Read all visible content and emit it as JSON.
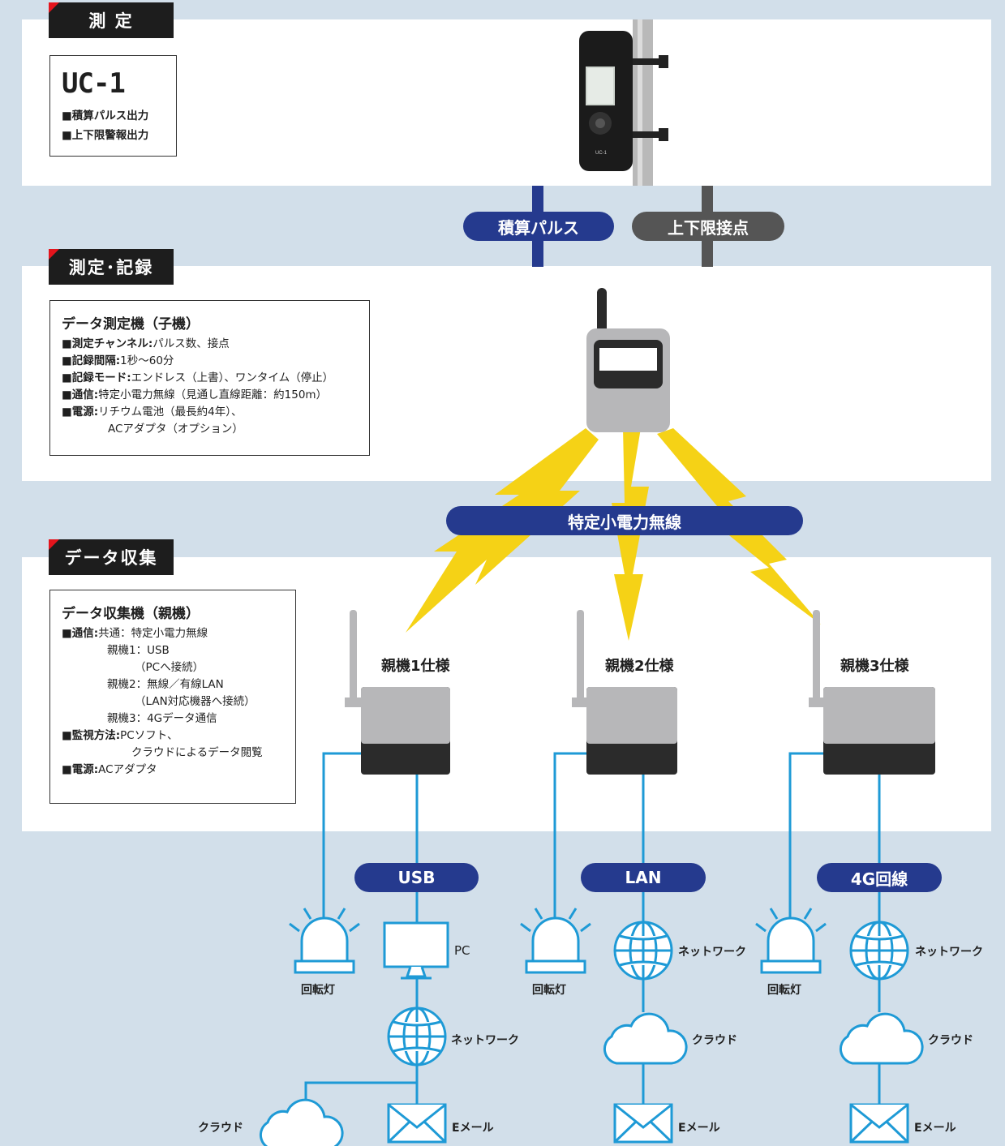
{
  "sections": {
    "measure": "測 定",
    "record": "測定･記録",
    "collect": "データ収集"
  },
  "uc1": {
    "title": "UC-1",
    "line1": "■積算パルス出力",
    "line2": "■上下限警報出力",
    "device_label": "UC-1"
  },
  "pills": {
    "pulse": "積算パルス",
    "contact": "上下限接点",
    "radio": "特定小電力無線",
    "usb": "USB",
    "lan": "LAN",
    "g4": "4G回線"
  },
  "child": {
    "title": "データ測定機（子機）",
    "rows": [
      {
        "key": "■測定チャンネル:",
        "val": "パルス数、接点"
      },
      {
        "key": "■記録間隔:",
        "val": "1秒～60分"
      },
      {
        "key": "■記録モード:",
        "val": "エンドレス（上書）、ワンタイム（停止）"
      },
      {
        "key": "■通信:",
        "val": "特定小電力無線（見通し直線距離：約150m）"
      },
      {
        "key": "■電源:",
        "val": "リチウム電池（最長約4年）、"
      },
      {
        "key": "",
        "val": "ACアダプタ（オプション）"
      }
    ]
  },
  "parent": {
    "title": "データ収集機（親機）",
    "rows": [
      {
        "key": "■通信:",
        "val": "共通：特定小電力無線"
      },
      {
        "key": "",
        "val": "親機1：USB"
      },
      {
        "key": "",
        "val": "（PCへ接続）"
      },
      {
        "key": "",
        "val": "親機2：無線／有線LAN"
      },
      {
        "key": "",
        "val": "（LAN対応機器へ接続）"
      },
      {
        "key": "",
        "val": "親機3：4Gデータ通信"
      },
      {
        "key": "■監視方法:",
        "val": "PCソフト、"
      },
      {
        "key": "",
        "val": "クラウドによるデータ閲覧"
      },
      {
        "key": "■電源:",
        "val": "ACアダプタ"
      }
    ]
  },
  "units": {
    "u1": "親機1仕様",
    "u2": "親機2仕様",
    "u3": "親機3仕様"
  },
  "labels": {
    "lamp": "回転灯",
    "pc": "PC",
    "network": "ネットワーク",
    "cloud": "クラウド",
    "email": "Eメール"
  },
  "colors": {
    "navy": "#253a8e",
    "blue_line": "#1e9ad6",
    "lightning": "#f5d216",
    "background": "#d2dfea"
  }
}
